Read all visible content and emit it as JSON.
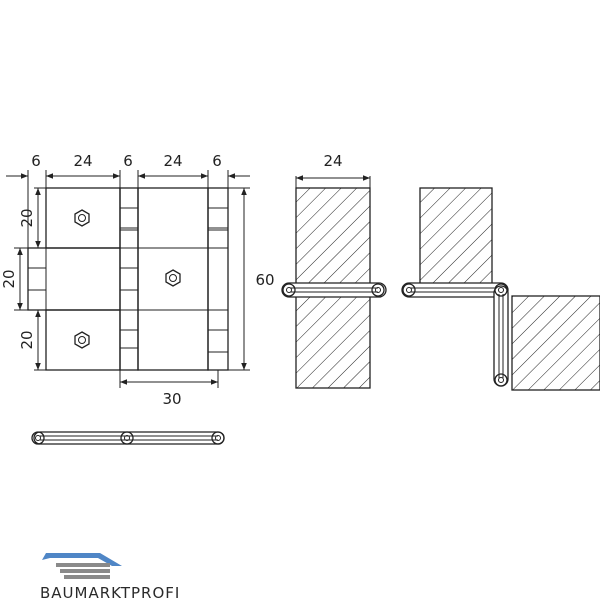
{
  "dimensions": {
    "top_6_left": "6",
    "top_24_left": "24",
    "top_6_mid": "6",
    "top_24_right": "24",
    "top_6_right": "6",
    "left_20_top": "20",
    "left_20_mid": "20",
    "left_20_bottom": "20",
    "bottom_30": "30",
    "height_60": "60",
    "side_24": "24"
  },
  "brand": {
    "name": "BAUMARKTPROFI",
    "colors": {
      "blue": "#4f86c6",
      "gray": "#8a8a8a",
      "dark": "#2a2a2a"
    }
  },
  "icons": [
    "screw-hole-icon",
    "logo-roof-icon"
  ]
}
